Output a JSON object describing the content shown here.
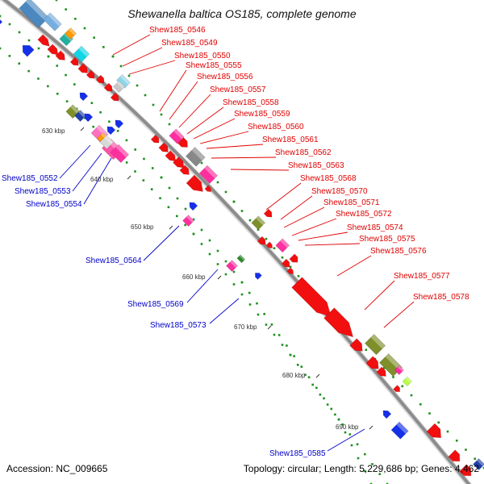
{
  "title": "Shewanella baltica OS185, complete genome",
  "footer": {
    "accession": "Accession: NC_009665",
    "summary": "Topology: circular; Length: 5,229,686 bp; Genes: 4,462"
  },
  "colors": {
    "backbone": "#8c8c8c",
    "forward_label": "#e00000",
    "reverse_label": "#0000c8",
    "forward_gene": "#f20f0f",
    "reverse_gene": "#1530e8",
    "dot_track": "#1f8f1f"
  },
  "kbp_ticks": [
    "630 kbp",
    "640 kbp",
    "650 kbp",
    "660 kbp",
    "670 kbp",
    "680 kbp",
    "690 kbp"
  ],
  "forward_genes": [
    "Shew185_0546",
    "Shew185_0549",
    "Shew185_0550",
    "Shew185_0555",
    "Shew185_0556",
    "Shew185_0557",
    "Shew185_0558",
    "Shew185_0559",
    "Shew185_0560",
    "Shew185_0561",
    "Shew185_0562",
    "Shew185_0563",
    "Shew185_0568",
    "Shew185_0570",
    "Shew185_0571",
    "Shew185_0572",
    "Shew185_0574",
    "Shew185_0575",
    "Shew185_0576",
    "Shew185_0577",
    "Shew185_0578"
  ],
  "reverse_genes": [
    "Shew185_0552",
    "Shew185_0553",
    "Shew185_0554",
    "Shew185_0564",
    "Shew185_0569",
    "Shew185_0573",
    "Shew185_0585"
  ]
}
